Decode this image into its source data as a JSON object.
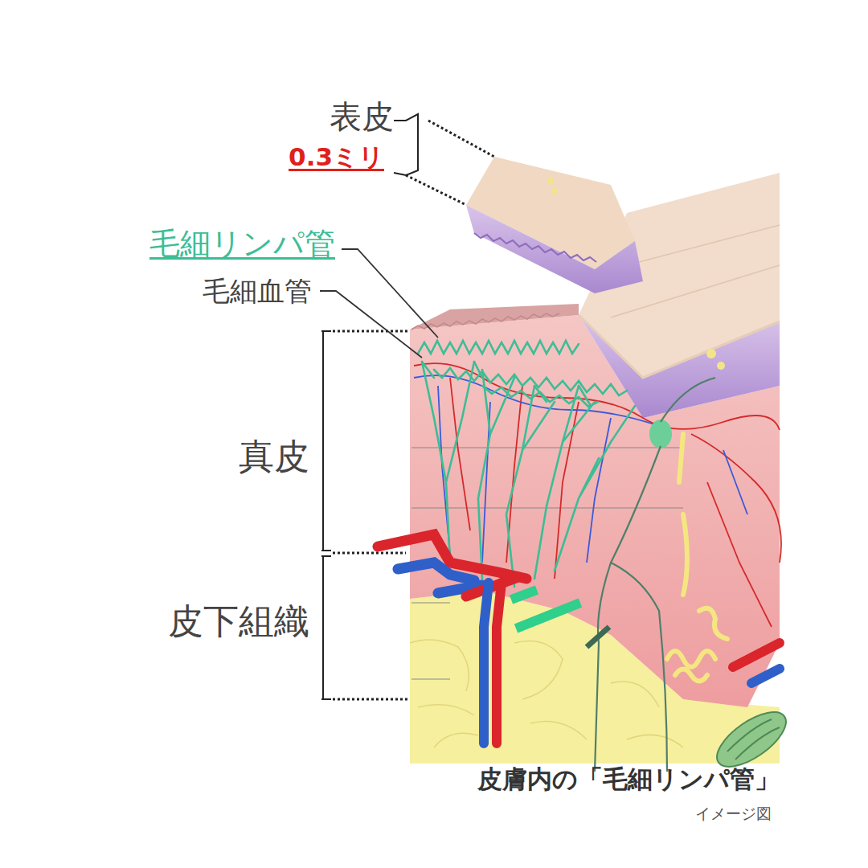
{
  "diagram": {
    "caption": "皮膚内の「毛細リンパ管」",
    "labels": [
      "表皮",
      "0.3ミリ",
      "毛細リンパ管",
      "毛細血管",
      "真皮",
      "皮下組織",
      "イメージ図"
    ]
  }
}
